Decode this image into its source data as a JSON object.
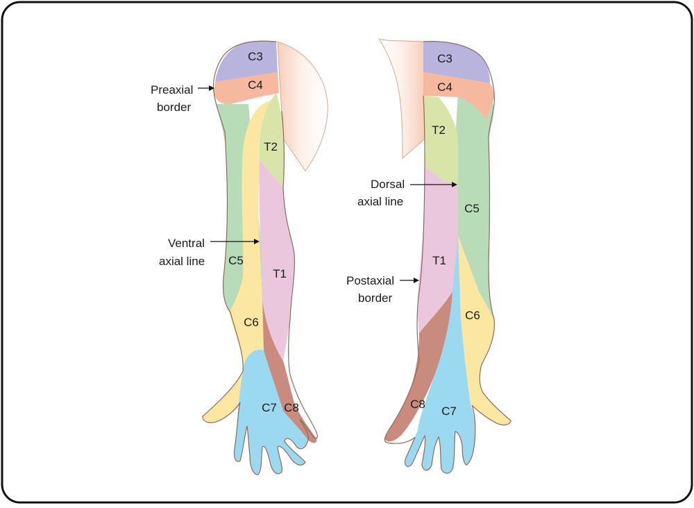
{
  "colors": {
    "C3": "#b9b4dd",
    "C4": "#f7b8a0",
    "C5": "#b9dcb8",
    "C6": "#fbe7a2",
    "C7": "#9ad9ef",
    "C8": "#c98b7e",
    "T1": "#eac7dc",
    "T2": "#d9e4a8",
    "skin": "#fbe4d8",
    "outline": "#8c6a5e",
    "frame": "#111111"
  },
  "left_arm": {
    "segments": {
      "C3": "C3",
      "C4": "C4",
      "T2": "T2",
      "C5": "C5",
      "T1": "T1",
      "C6": "C6",
      "C7": "C7",
      "C8": "C8"
    },
    "annotations": {
      "preaxial_1": "Preaxial",
      "preaxial_2": "border",
      "ventral_1": "Ventral",
      "ventral_2": "axial line"
    }
  },
  "right_arm": {
    "segments": {
      "C3": "C3",
      "C4": "C4",
      "T2": "T2",
      "C5": "C5",
      "T1": "T1",
      "C6": "C6",
      "C7": "C7",
      "C8": "C8"
    },
    "annotations": {
      "dorsal_1": "Dorsal",
      "dorsal_2": "axial line",
      "postaxial_1": "Postaxial",
      "postaxial_2": "border"
    }
  }
}
